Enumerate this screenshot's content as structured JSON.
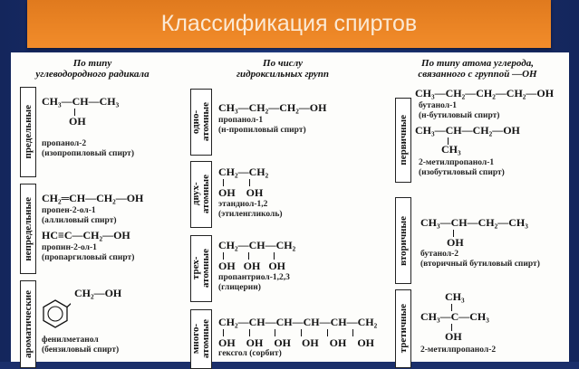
{
  "title": "Классификация спиртов",
  "columns": [
    {
      "header": "По типу\nуглеводородного радикала",
      "groups": [
        {
          "label": "предельные",
          "formula": "CH₃—CH—CH₃",
          "sub": "OH",
          "name": "пропанол-2",
          "trivial": "(изопропиловый спирт)"
        },
        {
          "label": "непредельные",
          "items": [
            {
              "formula": "CH₂═CH—CH₂—OH",
              "name": "пропен-2-ол-1",
              "trivial": "(аллиловый спирт)"
            },
            {
              "formula": "HC≡C—CH₂—OH",
              "name": "пропин-2-ол-1",
              "trivial": "(пропаргиловый спирт)"
            }
          ]
        },
        {
          "label": "ароматические",
          "formula": "CH₂—OH",
          "name": "фенилметанол",
          "trivial": "(бензиловый спирт)"
        }
      ]
    },
    {
      "header": "По числу\nгидроксильных групп",
      "groups": [
        {
          "label": "одно-\nатомные",
          "formula": "CH₃—CH₂—CH₂—OH",
          "name": "пропанол-1",
          "trivial": "(н-пропиловый спирт)"
        },
        {
          "label": "двух-\nатомные",
          "formula": "CH₂—CH₂",
          "sub": "OH    OH",
          "name": "этандиол-1,2",
          "trivial": "(этиленгликоль)"
        },
        {
          "label": "трех-\nатомные",
          "formula": "CH₂—CH—CH₂",
          "sub": "OH   OH   OH",
          "name": "пропантриол-1,2,3",
          "trivial": "(глицерин)"
        },
        {
          "label": "много-\nатомные",
          "formula": "CH₂—CH—CH—CH—CH—CH₂",
          "sub": "OH    OH    OH    OH    OH    OH",
          "name": "гексгол (сорбит)"
        }
      ]
    },
    {
      "header": "По типу атома углерода,\nсвязанного с группой —OH",
      "groups": [
        {
          "label": "первичные",
          "items": [
            {
              "formula": "CH₃—CH₂—CH₂—CH₂—OH",
              "name": "бутанол-1",
              "trivial": "(н-бутиловый спирт)"
            },
            {
              "formula": "CH₃—CH—CH₂—OH",
              "sub": "CH₃",
              "name": "2-метилпропанол-1",
              "trivial": "(изобутиловый спирт)"
            }
          ]
        },
        {
          "label": "вторичные",
          "formula": "CH₃—CH—CH₂—CH₃",
          "sub": "OH",
          "name": "бутанол-2",
          "trivial": "(вторичный бутиловый спирт)"
        },
        {
          "label": "третичные",
          "top": "CH₃",
          "formula": "CH₃—C—CH₃",
          "sub": "OH",
          "name": "2-метилпропанол-2"
        }
      ]
    }
  ],
  "colors": {
    "background": "#1b2f6b",
    "banner": "#f28c2a",
    "title_text": "#fbe9d4"
  }
}
